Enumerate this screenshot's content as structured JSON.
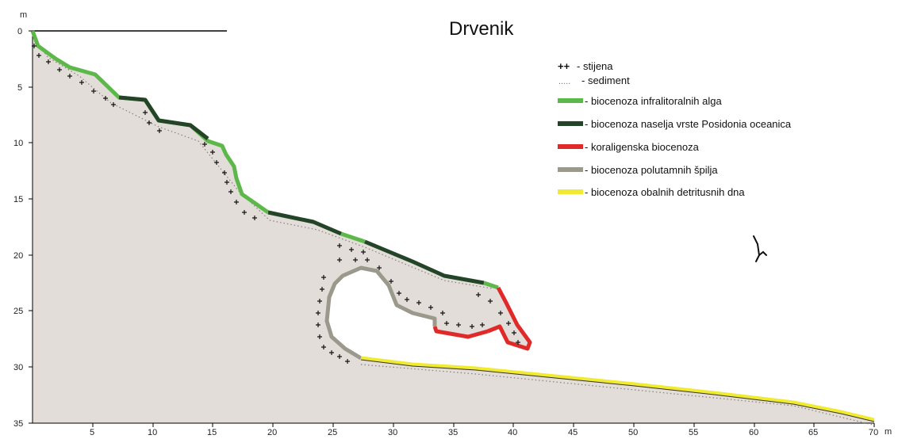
{
  "title": "Drvenik",
  "y_unit_label": "m",
  "x_unit_label": "m",
  "y_ticks": [
    "0",
    "5",
    "10",
    "15",
    "20",
    "25",
    "30",
    "35"
  ],
  "x_ticks": [
    "5",
    "10",
    "15",
    "20",
    "25",
    "30",
    "35",
    "40",
    "45",
    "50",
    "55",
    "60",
    "65",
    "70"
  ],
  "legend": [
    {
      "symbol": "++",
      "label": "- stijena"
    },
    {
      "symbol": ".....",
      "label": "- sediment"
    },
    {
      "color": "#5cb848",
      "label": "- biocenoza infralitoralnih alga"
    },
    {
      "color": "#234427",
      "label": "- biocenoza naselja vrste Posidonia oceanica"
    },
    {
      "color": "#e02a2a",
      "label": "- koraligenska biocenoza"
    },
    {
      "color": "#9b998c",
      "label": "- biocenoza polutamnih špilja"
    },
    {
      "color": "#f0ea30",
      "label": "- biocenoza obalnih detritusnih dna"
    }
  ],
  "colors": {
    "seabed_fill": "#e3ddd9",
    "infralittoral_algae": "#5cb848",
    "posidonia": "#234427",
    "coralligenous": "#e02a2a",
    "semi_dark_caves": "#9b998c",
    "coastal_detritic": "#f0ea30"
  },
  "icons": {
    "compass": "north-arrow-icon"
  }
}
